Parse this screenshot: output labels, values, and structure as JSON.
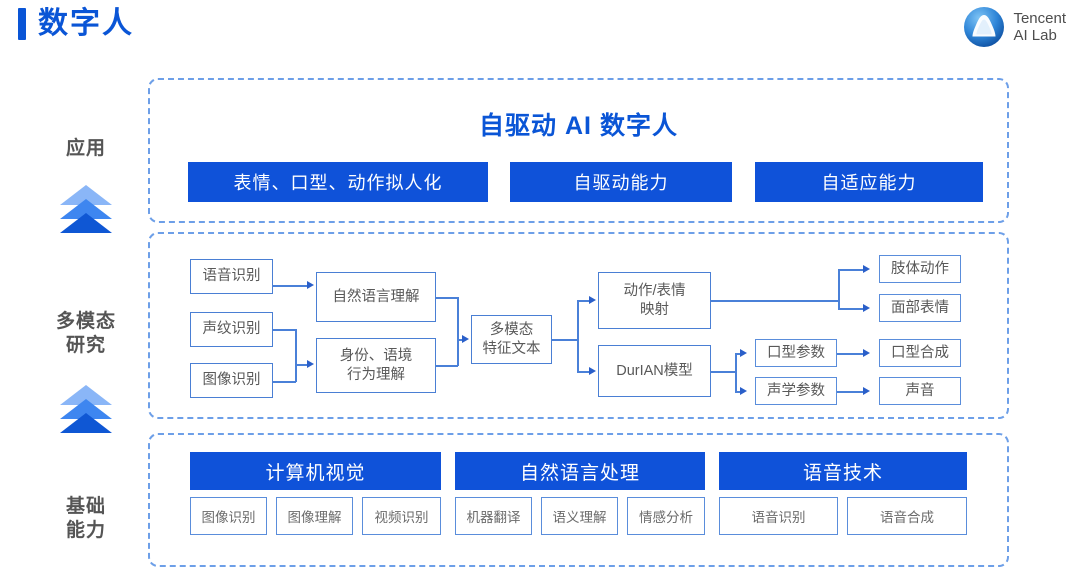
{
  "header": {
    "title": "数字人",
    "logo": {
      "line1": "Tencent",
      "line2": "AI Lab",
      "mark": "tencent-ai-lab-logo"
    }
  },
  "sidebar": {
    "items": [
      {
        "label": "应用"
      },
      {
        "label": "多模态\n研究",
        "line1": "多模态",
        "line2": "研究"
      },
      {
        "label": "基础\n能力",
        "line1": "基础",
        "line2": "能力"
      }
    ]
  },
  "application_panel": {
    "title": "自驱动 AI 数字人",
    "buttons": [
      {
        "label": "表情、口型、动作拟人化"
      },
      {
        "label": "自驱动能力"
      },
      {
        "label": "自适应能力"
      }
    ]
  },
  "research_panel": {
    "nodes": [
      {
        "id": "asr",
        "label": "语音识别"
      },
      {
        "id": "vpr",
        "label": "声纹识别"
      },
      {
        "id": "img",
        "label": "图像识别"
      },
      {
        "id": "nlu",
        "label": "自然语言理解"
      },
      {
        "id": "ctx",
        "line1": "身份、语境",
        "line2": "行为理解"
      },
      {
        "id": "mmf",
        "line1": "多模态",
        "line2": "特征文本"
      },
      {
        "id": "map",
        "line1": "动作/表情",
        "line2": "映射"
      },
      {
        "id": "durian",
        "label": "DurIAN模型"
      },
      {
        "id": "body",
        "label": "肢体动作"
      },
      {
        "id": "face",
        "label": "面部表情"
      },
      {
        "id": "lipparam",
        "label": "口型参数"
      },
      {
        "id": "lipsynth",
        "label": "口型合成"
      },
      {
        "id": "acoustic",
        "label": "声学参数"
      },
      {
        "id": "voice",
        "label": "声音"
      }
    ]
  },
  "foundation_panel": {
    "categories": [
      {
        "title": "计算机视觉",
        "items": [
          "图像识别",
          "图像理解",
          "视频识别"
        ]
      },
      {
        "title": "自然语言处理",
        "items": [
          "机器翻译",
          "语义理解",
          "情感分析"
        ]
      },
      {
        "title": "语音技术",
        "items": [
          "语音识别",
          "语音合成"
        ]
      }
    ]
  },
  "colors": {
    "brand_blue": "#0f52d9",
    "title_blue": "#0a55d6",
    "panel_border": "#6d9fe8",
    "box_border": "#4a7fd4",
    "chevron_light": "#8ab6f7",
    "chevron_mid": "#3e86f0",
    "chevron_dark": "#0f57d4"
  }
}
